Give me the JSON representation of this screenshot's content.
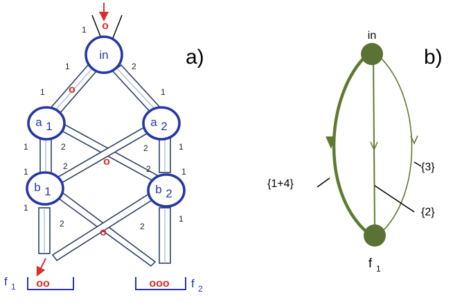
{
  "panel_a": {
    "label": "a)",
    "nodes": {
      "in": "in",
      "a1_main": "a",
      "a1_sub": "1",
      "a2_main": "a",
      "a2_sub": "2",
      "b1_main": "b",
      "b1_sub": "1",
      "b2_main": "b",
      "b2_sub": "2"
    },
    "edge_weights": {
      "input": "1",
      "in_left": "1",
      "in_right": "2",
      "a1_top": "1",
      "a2_top": "1",
      "a1_down": "1",
      "a1_cross": "2",
      "a2_cross": "2",
      "a2_down": "1",
      "b1_top": "1",
      "b1_cross_in": "2",
      "b2_cross_in": "2",
      "b2_top": "1",
      "b1_down": "1",
      "b1_cross": "2",
      "b2_cross": "2",
      "b2_down": "1"
    },
    "marbles": {
      "input": "o",
      "left_tube": "o",
      "mid_cross": "o",
      "low_cross": "o"
    },
    "outputs": {
      "f1_main": "f",
      "f1_sub": "1",
      "f1_contents": "oo",
      "f2_main": "f",
      "f2_sub": "2",
      "f2_contents": "ooo"
    },
    "colors": {
      "node": "#2536a6",
      "marble": "#d8302a",
      "tube": "#2b3f63",
      "bin": "#2536a6"
    }
  },
  "panel_b": {
    "label": "b)",
    "top_node": "in",
    "bottom_node_main": "f",
    "bottom_node_sub": "1",
    "path_labels": {
      "left": "{1+4}",
      "middle": "{2}",
      "right": "{3}"
    },
    "colors": {
      "node": "#5a7233",
      "edge": "#5f7a30"
    }
  }
}
